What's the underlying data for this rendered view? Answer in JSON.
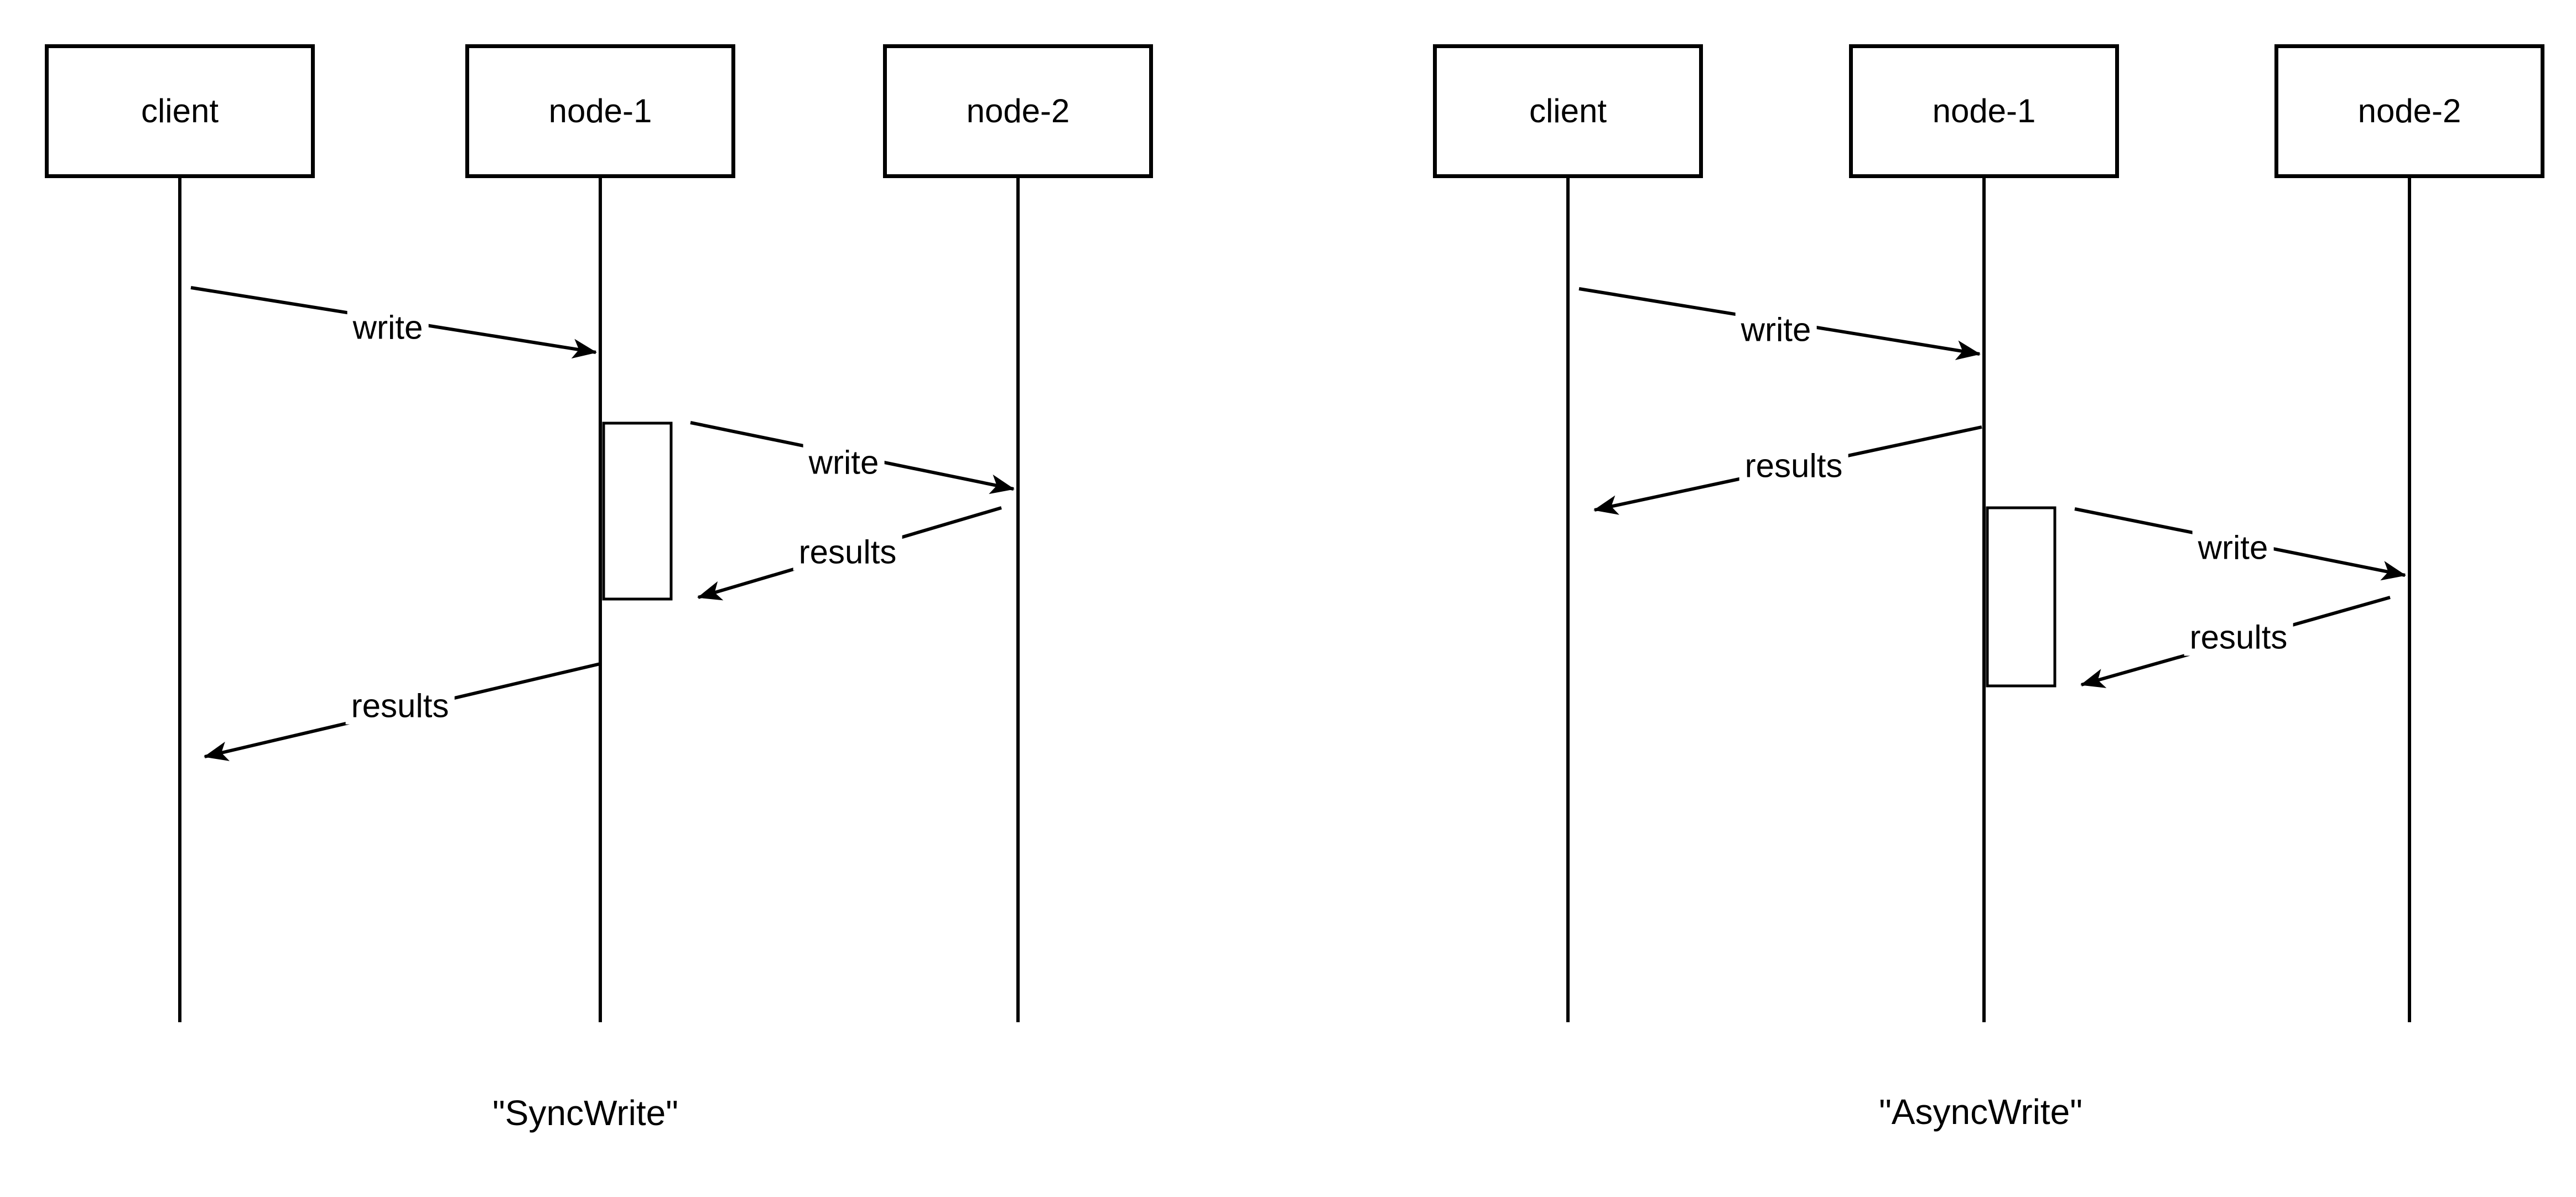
{
  "colors": {
    "background": "#ffffff",
    "stroke": "#000000",
    "text": "#000000"
  },
  "diagrams": [
    {
      "caption": "\"SyncWrite\"",
      "actors": [
        {
          "label": "client"
        },
        {
          "label": "node-1"
        },
        {
          "label": "node-2"
        }
      ],
      "messages": [
        {
          "label": "write",
          "from": "client",
          "to": "node-1"
        },
        {
          "label": "write",
          "from": "node-1",
          "to": "node-2"
        },
        {
          "label": "results",
          "from": "node-2",
          "to": "node-1"
        },
        {
          "label": "results",
          "from": "node-1",
          "to": "client"
        }
      ]
    },
    {
      "caption": "\"AsyncWrite\"",
      "actors": [
        {
          "label": "client"
        },
        {
          "label": "node-1"
        },
        {
          "label": "node-2"
        }
      ],
      "messages": [
        {
          "label": "write",
          "from": "client",
          "to": "node-1"
        },
        {
          "label": "results",
          "from": "node-1",
          "to": "client"
        },
        {
          "label": "write",
          "from": "node-1",
          "to": "node-2"
        },
        {
          "label": "results",
          "from": "node-2",
          "to": "node-1"
        }
      ]
    }
  ]
}
